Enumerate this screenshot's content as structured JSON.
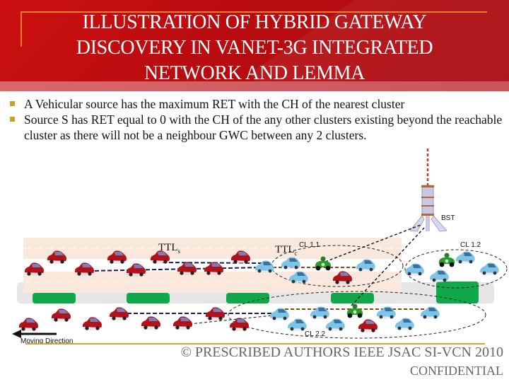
{
  "slide": {
    "title_lines": [
      "ILLUSTRATION OF HYBRID GATEWAY",
      "DISCOVERY IN VANET-3G INTEGRATED",
      "NETWORK AND LEMMA"
    ],
    "bullets": [
      "A Vehicular source has the maximum RET with the CH of the nearest cluster",
      "Source S has RET equal to 0 with the CH of the any other clusters existing beyond the reachable cluster as there will not be a neighbour GWC between any 2 clusters."
    ],
    "colors": {
      "title_bg": "#b80c10",
      "frame_accent": "#ee7a33",
      "bullet_marker": "#c9a227",
      "footer_line": "#c8a83a",
      "gateway_green": "#10a84a",
      "road_tint": "#fbe8dc",
      "road_grey": "#e6e6e6"
    }
  },
  "diagram": {
    "tower_label": "BST",
    "clusters": [
      "CL 1.1",
      "CL 1.2",
      "CL 2.2"
    ],
    "ttl_s": {
      "base": "TTL",
      "sub": "s"
    },
    "ttl_c": {
      "base": "TTL",
      "sub": "c"
    },
    "moving_direction": "Moving Direction"
  },
  "footer": {
    "copyright": "© PRESCRIBED AUTHORS IEEE JSAC SI-VCN 2010",
    "confidential": "CONFIDENTIAL"
  }
}
